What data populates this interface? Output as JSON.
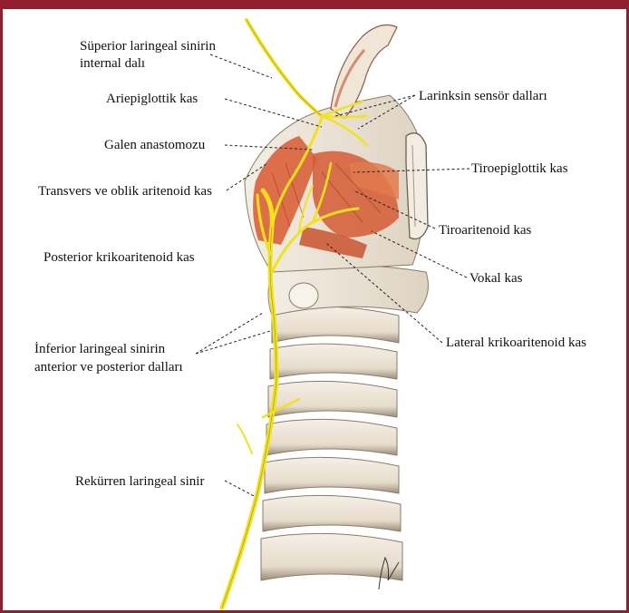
{
  "labels": {
    "superior_internal_1": "Süperior laringeal sinirin",
    "superior_internal_2": "internal dalı",
    "ariepiglottic": "Ariepiglottik kas",
    "sensory_branches": "Larinksin sensör dalları",
    "galen": "Galen anastomozu",
    "thyroepiglottic": "Tiroepiglottik kas",
    "transverse_oblique": "Transvers ve oblik aritenoid kas",
    "thyroarytenoid": "Tiroaritenoid kas",
    "posterior_crico": "Posterior krikoaritenoid kas",
    "vocal": "Vokal kas",
    "inferior_1": "İnferior laringeal sinirin",
    "inferior_2": "anterior ve posterior dalları",
    "lateral_crico": "Lateral krikoaritenoid kas",
    "recurrent": "Rekürren laringeal sinir"
  },
  "colors": {
    "frame": "#8f1f2c",
    "nerve": "#f2e21a",
    "muscle": "#d9613a",
    "cartilage": "#efe8dc"
  }
}
